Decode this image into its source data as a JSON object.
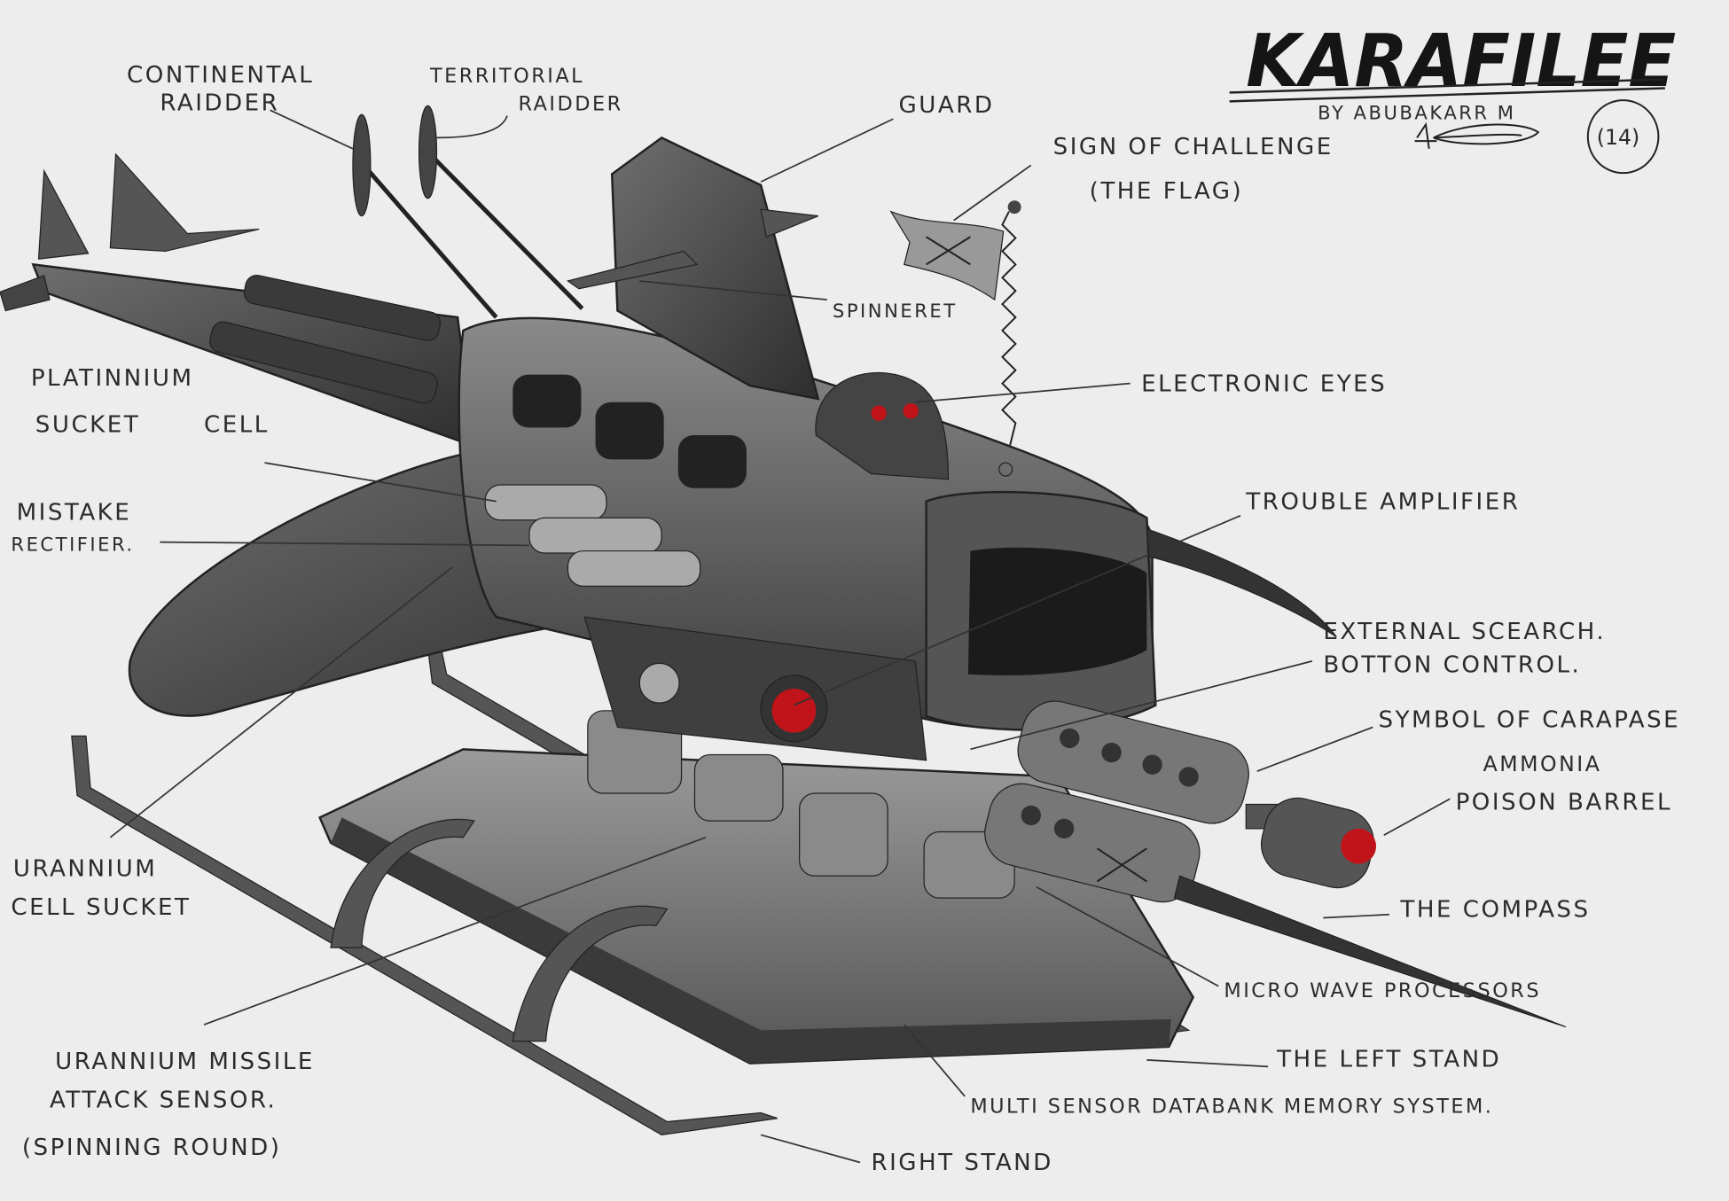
{
  "title": "KARAFILEE",
  "author": "BY ABUBAKARR M",
  "page_number": "(14)",
  "labels": {
    "continental_1": "CONTINENTAL",
    "continental_2": "RAIDDER",
    "territorial_1": "TERRITORIAL",
    "territorial_2": "RAIDDER",
    "guard": "GUARD",
    "flag_1": "SIGN OF CHALLENGE",
    "flag_2": "(THE FLAG)",
    "spinneret": "SPINNERET",
    "platinnium_1": "PLATINNIUM",
    "platinnium_2": "SUCKET",
    "platinnium_3": "CELL",
    "electronic_eyes": "ELECTRONIC EYES",
    "mistake_1": "MISTAKE",
    "mistake_2": "RECTIFIER.",
    "trouble_amplifier": "TROUBLE AMPLIFIER",
    "external_1": "EXTERNAL SCEARCH.",
    "external_2": "BOTTON CONTROL.",
    "carapase": "SYMBOL OF CARAPASE",
    "ammonia_1": "AMMONIA",
    "ammonia_2": "POISON BARREL",
    "uran_cell_1": "URANNIUM",
    "uran_cell_2": "CELL SUCKET",
    "compass": "THE COMPASS",
    "microwave": "MICRO WAVE PROCESSORS",
    "missile_1": "URANNIUM MISSILE",
    "missile_2": "ATTACK SENSOR.",
    "missile_3": "(SPINNING ROUND)",
    "left_stand": "THE LEFT STAND",
    "databank": "MULTI SENSOR DATABANK MEMORY SYSTEM.",
    "right_stand": "RIGHT STAND"
  },
  "colors": {
    "paper": "#ededee",
    "pencil": "#3a3a3a",
    "red": "#c0141a"
  }
}
